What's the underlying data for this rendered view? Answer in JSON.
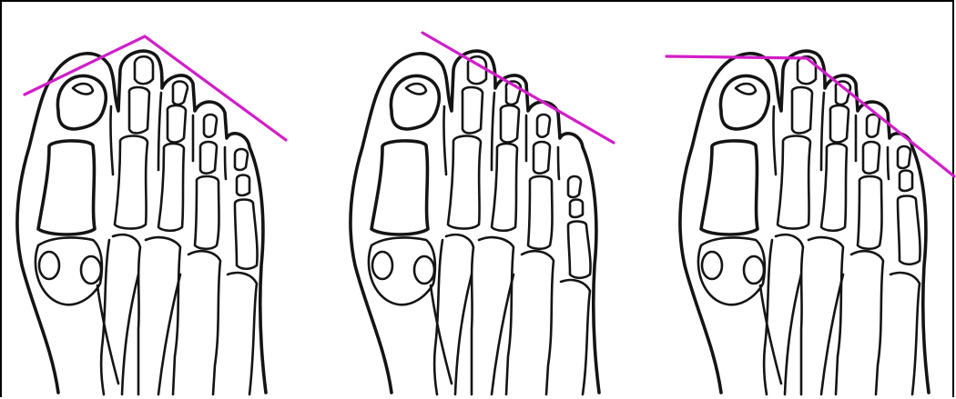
{
  "figure": {
    "panels": [
      {
        "id": "egyptian",
        "line_color": "#d21ec8"
      },
      {
        "id": "greek",
        "line_color": "#d21ec8"
      },
      {
        "id": "square",
        "line_color": "#d21ec8"
      }
    ],
    "colors": {
      "outline": "#141414",
      "guide_line": "#d21ec8",
      "background": "#ffffff"
    }
  }
}
